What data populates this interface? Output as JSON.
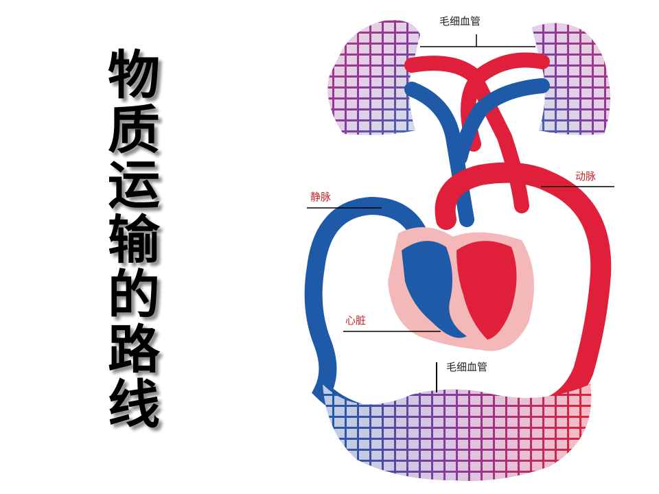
{
  "title_chars": [
    "物",
    "质",
    "运",
    "输",
    "的",
    "路",
    "线"
  ],
  "labels": {
    "capillary_top": "毛细血管",
    "artery": "动脉",
    "vein": "静脉",
    "heart": "心脏",
    "capillary_bottom": "毛细血管"
  },
  "colors": {
    "artery_red": "#e0203a",
    "vein_blue": "#1e5aa8",
    "heart_pink": "#f4b8b8",
    "capillary_purple": "#7a3a8a",
    "label_red": "#c0282c"
  }
}
